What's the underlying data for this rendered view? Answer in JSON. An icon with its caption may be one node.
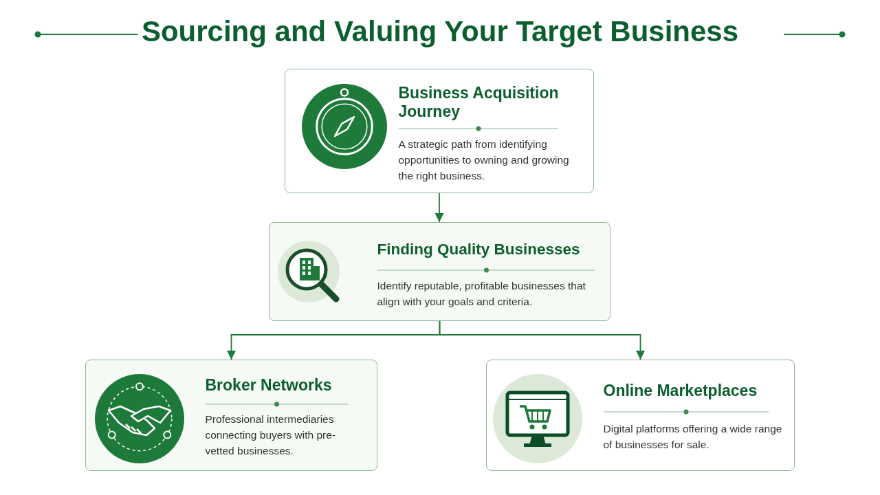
{
  "diagram": {
    "title": "Sourcing and Valuing Your Target Business",
    "nodes": [
      {
        "text": [
          "Business Acquisition Journey",
          "A strategic path from identifying opportunities to owning and growing the right business."
        ]
      },
      {
        "text": [
          "Finding Quality Businesses",
          "Identify reputable, profitable businesses that align with your goals and criteria."
        ]
      },
      {
        "text": [
          "Broker Networks",
          "Professional intermediaries connecting buyers with pre-vetted businesses."
        ]
      },
      {
        "text": [
          "Online Marketplaces",
          "Digital platforms offering a wide range of businesses for sale."
        ]
      }
    ],
    "edges": [
      {
        "from": 0,
        "to": 1,
        "arrow": "to"
      },
      {
        "from": 1,
        "to": 2,
        "arrow": "to"
      },
      {
        "from": 1,
        "to": 3,
        "arrow": "to"
      }
    ]
  }
}
